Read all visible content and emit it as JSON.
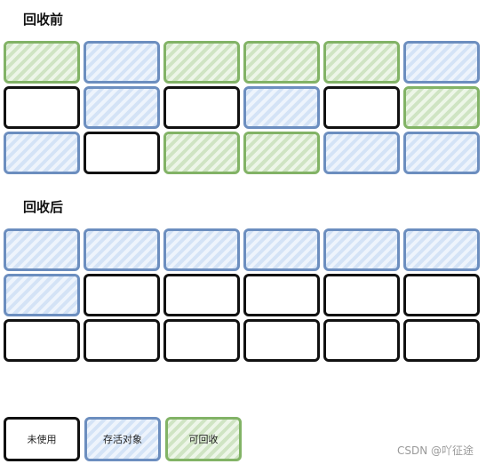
{
  "before": {
    "title": "回收前",
    "rows": [
      [
        "garbage",
        "alive",
        "garbage",
        "garbage",
        "garbage",
        "alive"
      ],
      [
        "free",
        "alive",
        "free",
        "alive",
        "free",
        "garbage"
      ],
      [
        "alive",
        "free",
        "garbage",
        "garbage",
        "alive",
        "alive"
      ]
    ]
  },
  "after": {
    "title": "回收后",
    "rows": [
      [
        "alive",
        "alive",
        "alive",
        "alive",
        "alive",
        "alive"
      ],
      [
        "alive",
        "free",
        "free",
        "free",
        "free",
        "free"
      ],
      [
        "free",
        "free",
        "free",
        "free",
        "free",
        "free"
      ]
    ]
  },
  "legend": {
    "free": "未使用",
    "alive": "存活对象",
    "garbage": "可回收"
  },
  "colors": {
    "free_border": "#111111",
    "alive_border": "#6c8ebf",
    "alive_fill": "#dae8fc",
    "garbage_border": "#82b366",
    "garbage_fill": "#d5e8d4"
  },
  "watermark": "CSDN @吖征途"
}
